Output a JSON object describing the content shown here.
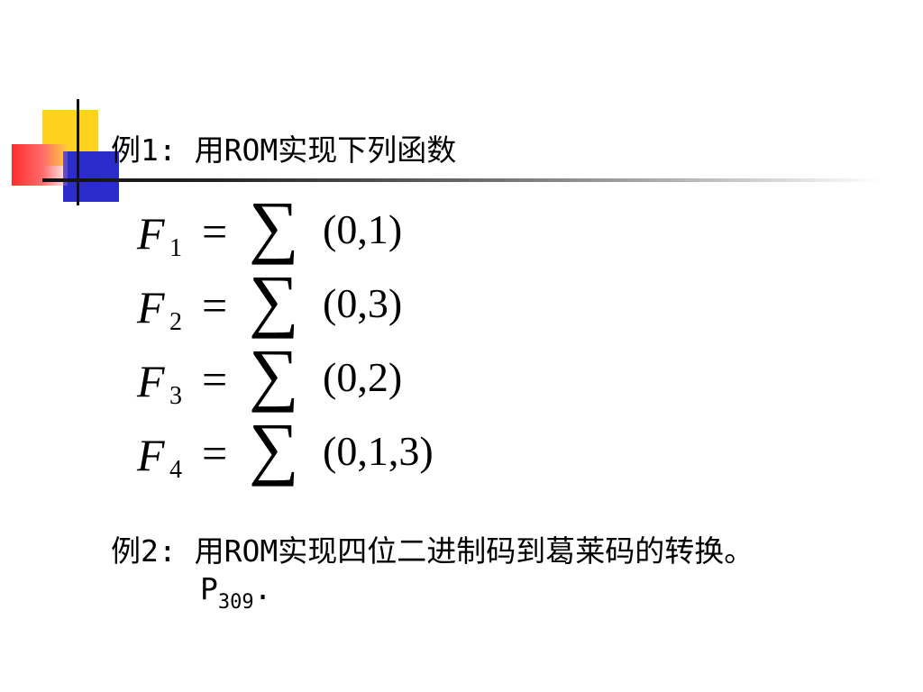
{
  "slide": {
    "title": "例1: 用ROM实现下列函数",
    "formulas": [
      {
        "var": "F",
        "sub": "1",
        "eq": "=",
        "sum": "∑",
        "args": "(0,1)"
      },
      {
        "var": "F",
        "sub": "2",
        "eq": "=",
        "sum": "∑",
        "args": "(0,3)"
      },
      {
        "var": "F",
        "sub": "3",
        "eq": "=",
        "sum": "∑",
        "args": "(0,2)"
      },
      {
        "var": "F",
        "sub": "4",
        "eq": "=",
        "sum": "∑",
        "args": "(0,1,3)"
      }
    ],
    "example2": "例2: 用ROM实现四位二进制码到葛莱码的转换。",
    "page_ref": {
      "prefix": "P",
      "sub": "309",
      "suffix": "."
    }
  },
  "colors": {
    "ornament_yellow": "#ffd21f",
    "ornament_blue": "#2c2ccc",
    "ornament_red": "#ff2d2d"
  }
}
